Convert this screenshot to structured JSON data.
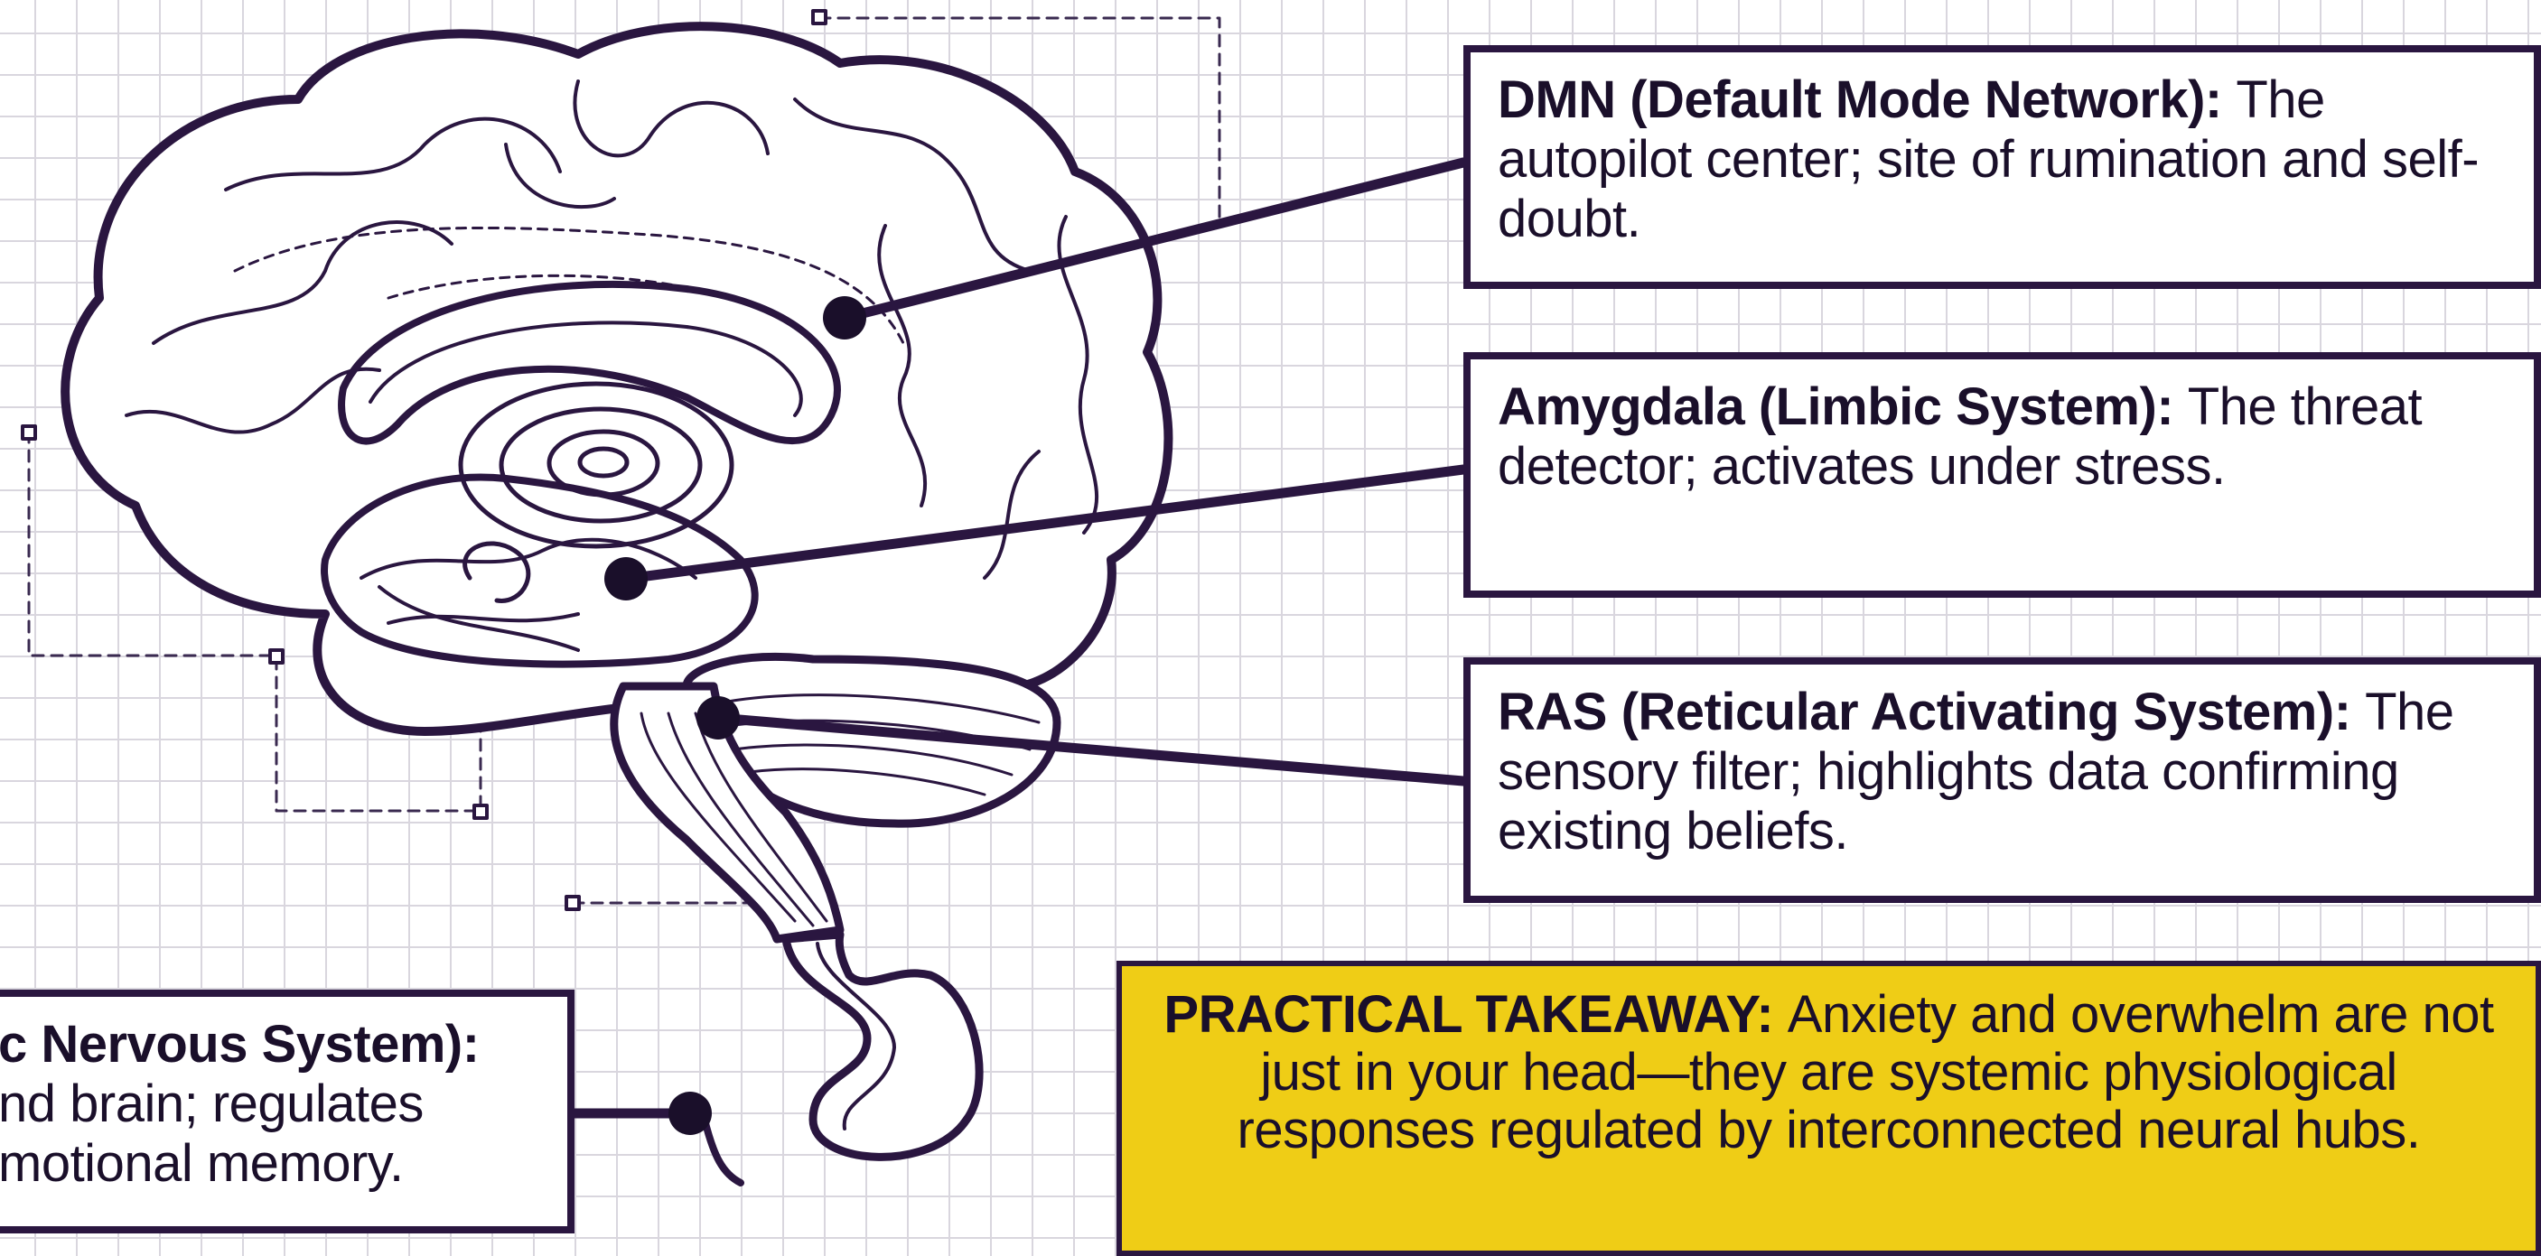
{
  "callouts": {
    "dmn": {
      "title": "DMN (Default Mode Network):",
      "text": "The autopilot center; site of rumination and self-doubt."
    },
    "amygdala": {
      "title": "Amygdala (Limbic System):",
      "text": "The threat detector; activates under stress."
    },
    "ras": {
      "title": "RAS (Reticular Activating System):",
      "text": "The sensory filter; highlights data confirming existing beliefs."
    },
    "ens": {
      "title": "c Nervous System):",
      "text": "nd brain; regulates motional memory."
    }
  },
  "takeaway": {
    "label": "PRACTICAL TAKEAWAY:",
    "text": "Anxiety and overwhelm are not just in your head—they are systemic physiological responses regulated by interconnected neural hubs."
  },
  "colors": {
    "ink": "#2a1640",
    "highlight": "#efcd16",
    "grid": "#d9d6de"
  }
}
